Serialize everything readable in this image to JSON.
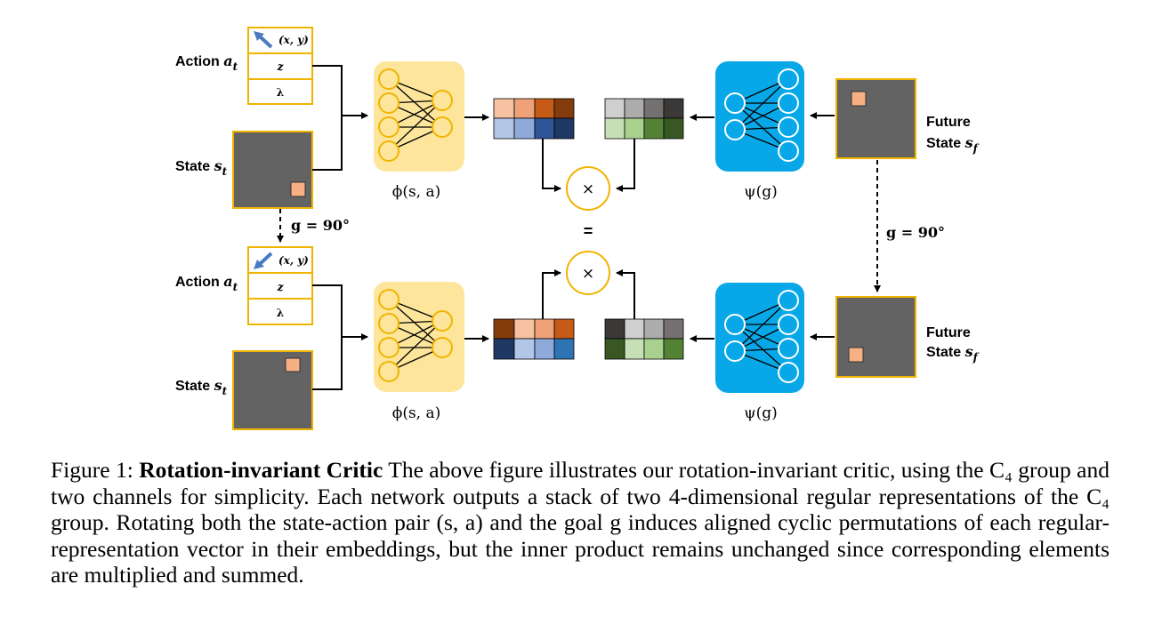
{
  "figure": {
    "action_label_main": "Action ",
    "action_label_sub": "a",
    "action_label_idx": "t",
    "state_label_main": "State ",
    "state_label_sub": "s",
    "state_label_idx": "t",
    "future_label_line1": "Future",
    "future_label_line2": "State ",
    "future_label_sub": "s",
    "future_label_idx": "f",
    "action_rows": [
      "(x, y)",
      "z",
      "λ"
    ],
    "g_label": "g = 90°",
    "phi_label": "ϕ(s, a)",
    "psi_label": "ψ(g)",
    "times_symbol": "×",
    "equals_symbol": "=",
    "colors": {
      "box_border": "#f0b400",
      "state_fill": "#636363",
      "state_patch": "#f7b083",
      "network_phi_bg": "#fde59b",
      "network_psi_bg": "#08a8e8",
      "arrow_icon": "#4a7ac0"
    },
    "embedding_top_phi": [
      [
        "#f6c2a1",
        "#efa278",
        "#c55b16",
        "#843c0c"
      ],
      [
        "#b2c6e8",
        "#8eaadb",
        "#2f5596",
        "#1f3864"
      ]
    ],
    "embedding_top_psi": [
      [
        "#d0cfcf",
        "#acacac",
        "#767171",
        "#3b3838"
      ],
      [
        "#c6dfb4",
        "#a9d18e",
        "#548235",
        "#385723"
      ]
    ],
    "embedding_bottom_phi": [
      [
        "#843c0c",
        "#f6c2a1",
        "#efa278",
        "#c55b16"
      ],
      [
        "#1f3864",
        "#b2c6e8",
        "#8eaadb",
        "#2e74b5"
      ]
    ],
    "embedding_bottom_psi": [
      [
        "#3b3838",
        "#d0cfcf",
        "#acacac",
        "#767171"
      ],
      [
        "#385723",
        "#c6dfb4",
        "#a9d18e",
        "#548235"
      ]
    ]
  },
  "caption": {
    "prefix": "Figure 1: ",
    "title": "Rotation-invariant Critic",
    "text": " The above figure illustrates our rotation-invariant critic, using the C₄ group and two channels for simplicity. Each network outputs a stack of two 4-dimensional regular representations of the C₄ group. Rotating both the state-action pair (s, a) and the goal g induces aligned cyclic permutations of each regular-representation vector in their embeddings, but the inner product remains unchanged since corresponding elements are multiplied and summed."
  }
}
